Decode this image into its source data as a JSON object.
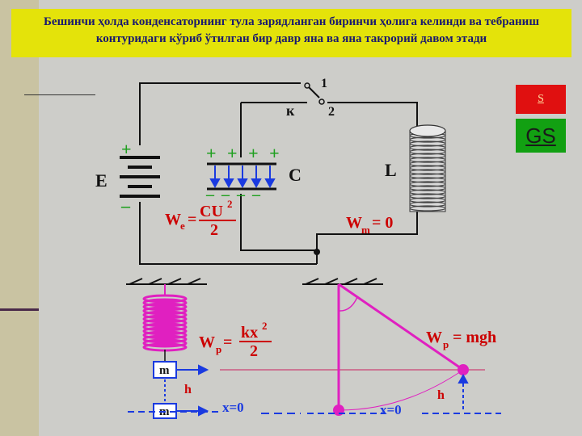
{
  "title": "Бешинчи ҳолда конденсаторнинг тула зарядланган биринчи ҳолига келинди ва тебраниш контуридаги кўриб ўтилган бир давр яна ва яна такрорий давом этади",
  "buttons": {
    "s_label": "S",
    "gs_label": "GS"
  },
  "circuit": {
    "battery_label": "E",
    "battery_plus": "+",
    "battery_minus": "–",
    "capacitor_label": "C",
    "capacitor_plus": "+ + + +",
    "capacitor_minus": "– – – –",
    "inductor_label": "L",
    "switch_label": "к",
    "switch_pos1": "1",
    "switch_pos2": "2",
    "we_lhs": "W",
    "we_sub": "e",
    "we_eq": "=",
    "we_num": "CU",
    "we_num_exp": "2",
    "we_den": "2",
    "wm_lhs": "W",
    "wm_sub": "m",
    "wm_rhs": "= 0"
  },
  "spring": {
    "wp_lhs": "W",
    "wp_sub": "p",
    "wp_eq": "=",
    "wp_num": "kx",
    "wp_num_exp": "2",
    "wp_den": "2",
    "mass_label": "m",
    "mass_label_low": "m",
    "h_label": "h",
    "x_zero": "x=0"
  },
  "pendulum": {
    "wp_lhs": "W",
    "wp_sub": "p",
    "wp_rhs": "= mgh",
    "h_label": "h",
    "x_zero": "x=0"
  },
  "colors": {
    "title_bg": "#e4e30a",
    "title_text": "#1a1a6e",
    "red_text": "#cc0000",
    "magenta": "#e020c0",
    "blue": "#1a3ae0",
    "green": "#20a020"
  }
}
